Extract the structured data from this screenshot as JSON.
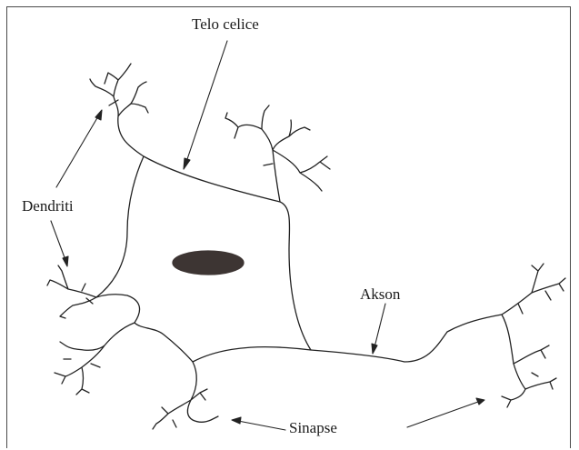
{
  "labels": {
    "cell_body": "Telo celice",
    "dendrites": "Dendriti",
    "axon": "Akson",
    "synapses": "Sinapse"
  },
  "colors": {
    "line": "#222222",
    "nucleus": "#3d3533",
    "frame": "#4a4a4a"
  }
}
